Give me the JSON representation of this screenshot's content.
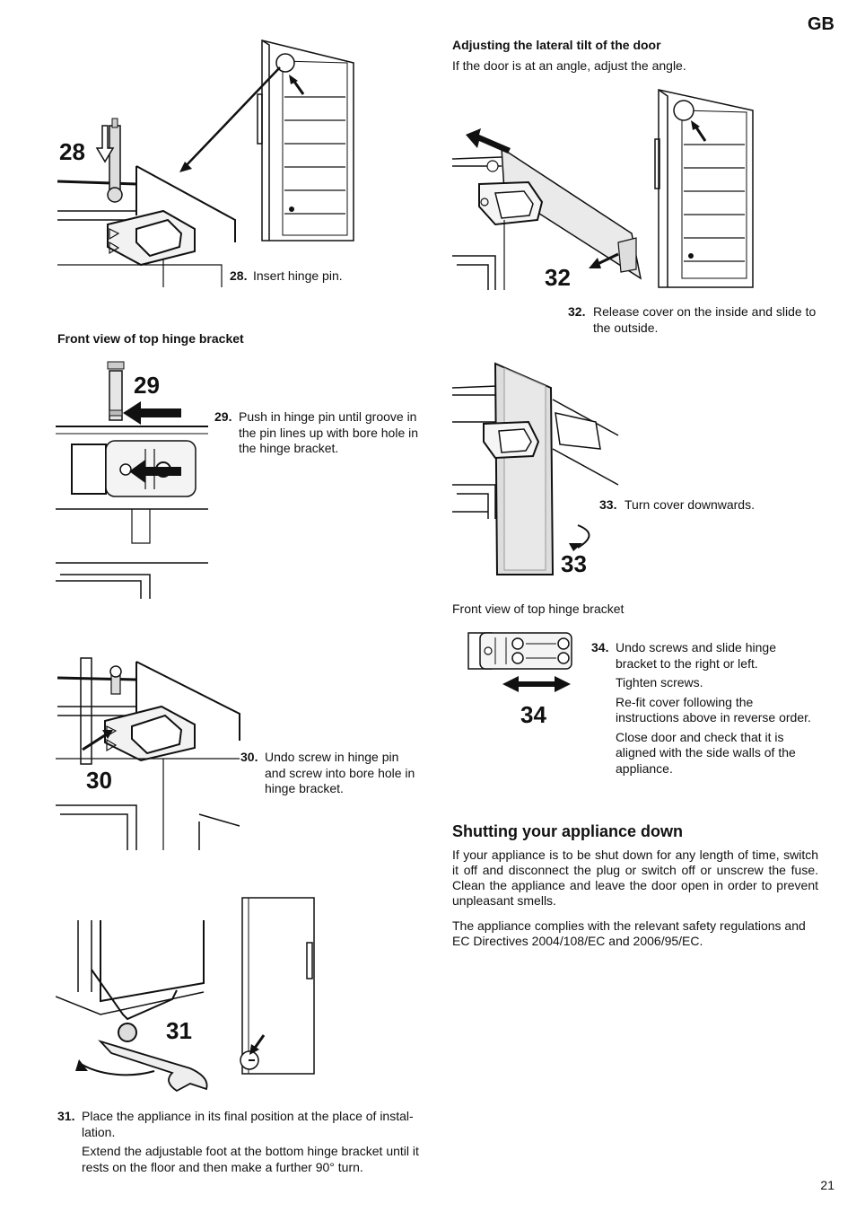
{
  "header": {
    "lang_tag": "GB"
  },
  "left": {
    "fig28": {
      "number": "28",
      "step_num": "28.",
      "caption": "Insert hinge pin."
    },
    "front_view_heading": "Front view of top hinge bracket",
    "fig29": {
      "number": "29",
      "step_num": "29.",
      "caption": "Push in hinge pin until groove in the pin lines up with bore hole in the hinge bracket."
    },
    "fig30": {
      "number": "30",
      "step_num": "30.",
      "caption": "Undo screw in hinge pin and screw into bore hole in hinge bracket."
    },
    "fig31": {
      "number": "31",
      "step_num": "31.",
      "caption": "Place the appliance in its final position at the place of instal-lation.",
      "extra": "Extend the adjustable foot at the bottom hinge bracket until it rests on the floor and then make a further 90° turn."
    }
  },
  "right": {
    "tilt_heading": "Adjusting the lateral tilt of the door",
    "tilt_intro": "If the door is at an angle, adjust the angle.",
    "fig32": {
      "number": "32",
      "step_num": "32.",
      "caption": "Release cover on the inside and slide to the outside."
    },
    "fig33": {
      "number": "33",
      "step_num": "33.",
      "caption": "Turn cover downwards."
    },
    "front_view_label": "Front view of top hinge bracket",
    "fig34": {
      "number": "34",
      "step_num": "34.",
      "caption": "Undo screws and slide hinge bracket to the right or left.",
      "lines": [
        "Tighten screws.",
        "Re-fit cover following the instructions above in reverse order.",
        "Close door and check that it is aligned with the side walls of the appliance."
      ]
    },
    "shutdown": {
      "heading": "Shutting your appliance down",
      "para1": "If your appliance is to be shut down for any length of time, switch it off and disconnect the plug or switch off or unscrew the fuse. Clean the appliance and leave the door open in order to prevent unpleasant smells.",
      "para2": "The appliance complies with the relevant safety regulations and EC Directives 2004/108/EC and 2006/95/EC."
    }
  },
  "footer": {
    "page_number": "21"
  }
}
